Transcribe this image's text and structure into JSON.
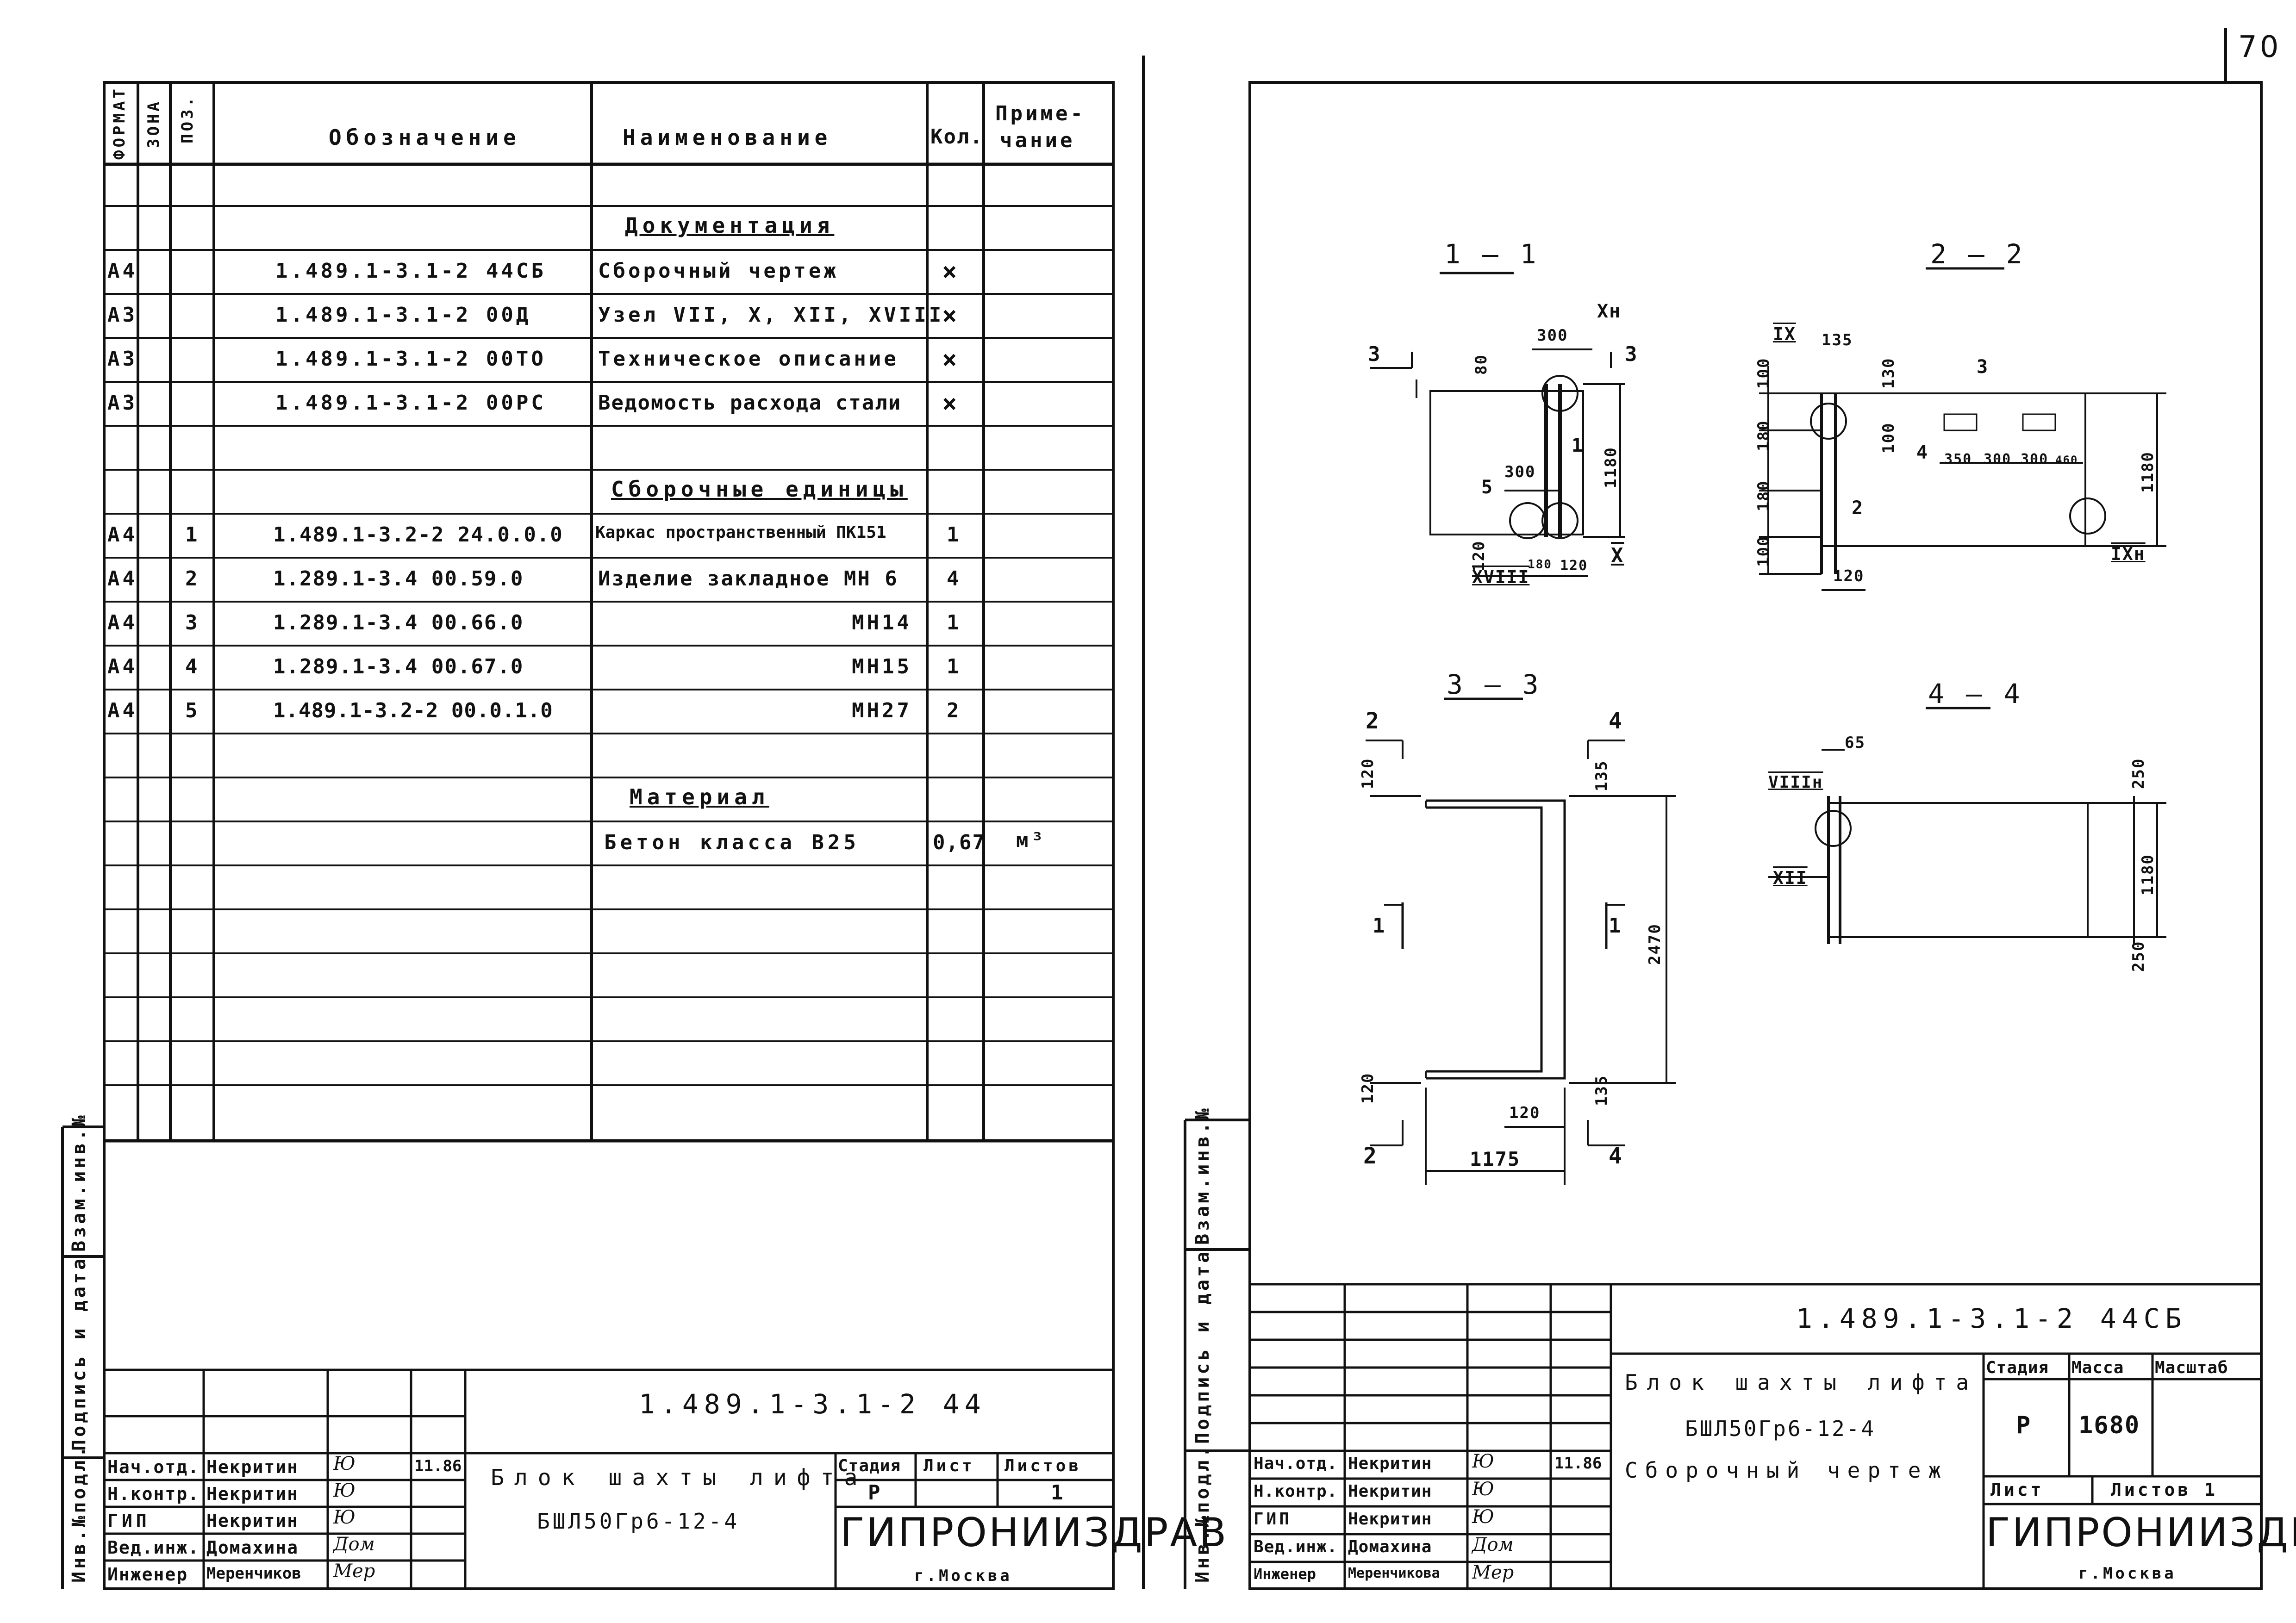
{
  "page_number": "70",
  "spec": {
    "headers": {
      "format": "ФОРМАТ",
      "zone": "ЗОНА",
      "pos": "ПОЗ.",
      "designation": "Обозначение",
      "name": "Наименование",
      "qty": "Кол.",
      "note_1": "Приме-",
      "note_2": "чание"
    },
    "sections": {
      "documentation": "Документация",
      "assemblies": "Сборочные единицы",
      "material": "Материал"
    },
    "doc_rows": [
      {
        "format": "А4",
        "designation": "1.489.1-3.1-2  44СБ",
        "name": "Сборочный чертеж",
        "qty": "×"
      },
      {
        "format": "А3",
        "designation": "1.489.1-3.1-2  00Д",
        "name": "Узел VII, X, XII, XVIII",
        "qty": "×"
      },
      {
        "format": "А3",
        "designation": "1.489.1-3.1-2  00ТО",
        "name": "Техническое описание",
        "qty": "×"
      },
      {
        "format": "А3",
        "designation": "1.489.1-3.1-2  00РС",
        "name": "Ведомость расхода стали",
        "qty": "×"
      }
    ],
    "asm_rows": [
      {
        "format": "А4",
        "pos": "1",
        "designation": "1.489.1-3.2-2 24.0.0.0",
        "name": "Каркас пространственный ПК151",
        "qty": "1"
      },
      {
        "format": "А4",
        "pos": "2",
        "designation": "1.289.1-3.4  00.59.0",
        "name": "Изделие закладное МН 6",
        "qty": "4"
      },
      {
        "format": "А4",
        "pos": "3",
        "designation": "1.289.1-3.4  00.66.0",
        "name": "МН14",
        "qty": "1"
      },
      {
        "format": "А4",
        "pos": "4",
        "designation": "1.289.1-3.4  00.67.0",
        "name": "МН15",
        "qty": "1"
      },
      {
        "format": "А4",
        "pos": "5",
        "designation": "1.489.1-3.2-2 00.0.1.0",
        "name": "МН27",
        "qty": "2"
      }
    ],
    "material_row": {
      "name": "Бетон класса В25",
      "qty": "0,67",
      "note": "м³"
    }
  },
  "left_margin": {
    "inv_podl": "Инв.№подл.",
    "podpis": "Подпись и дата",
    "vzam": "Взам.инв.№"
  },
  "stamp_left": {
    "code": "1.489.1-3.1-2  44",
    "title_1": "Блок шахты лифта",
    "title_2": "БШЛ50Гр6-12-4",
    "stage_h": "Стадия",
    "sheet_h": "Лист",
    "sheets_h": "Листов",
    "stage": "Р",
    "sheets": "1",
    "org": "ГИПРОНИИЗДРАВ",
    "city": "г.Москва",
    "staff": [
      {
        "role": "Нач.отд.",
        "name": "Некритин",
        "sign": "Ю",
        "date": "11.86"
      },
      {
        "role": "Н.контр.",
        "name": "Некритин",
        "sign": "Ю",
        "date": ""
      },
      {
        "role": "ГИП",
        "name": "Некритин",
        "sign": "Ю",
        "date": ""
      },
      {
        "role": "Вед.инж.",
        "name": "Домахина",
        "sign": "Дом",
        "date": ""
      },
      {
        "role": "Инженер",
        "name": "Меренчиков",
        "sign": "Мер",
        "date": ""
      }
    ]
  },
  "stamp_right": {
    "code": "1.489.1-3.1-2  44СБ",
    "title_1": "Блок шахты лифта",
    "title_2": "БШЛ50Гр6-12-4",
    "title_3": "Сборочный чертеж",
    "stage_h": "Стадия",
    "mass_h": "Масса",
    "scale_h": "Масштаб",
    "stage": "Р",
    "mass": "1680",
    "sheet_h": "Лист",
    "sheets_h": "Листов 1",
    "org": "ГИПРОНИИЗДРАВ",
    "city": "г.Москва",
    "staff": [
      {
        "role": "Нач.отд.",
        "name": "Некритин",
        "sign": "Ю",
        "date": "11.86"
      },
      {
        "role": "Н.контр.",
        "name": "Некритин",
        "sign": "Ю",
        "date": ""
      },
      {
        "role": "ГИП",
        "name": "Некритин",
        "sign": "Ю",
        "date": ""
      },
      {
        "role": "Вед.инж.",
        "name": "Домахина",
        "sign": "Дом",
        "date": ""
      },
      {
        "role": "Инженер",
        "name": "Меренчикова",
        "sign": "Мер",
        "date": ""
      }
    ]
  },
  "drawing": {
    "section_1": "1 — 1",
    "section_2": "2 — 2",
    "section_3": "3 — 3",
    "section_4": "4 — 4",
    "marks": {
      "s3": "3",
      "s1": "1",
      "s2": "2",
      "s4": "4",
      "node_x": "X",
      "node_xh": "Xн",
      "node_xviii": "XVIII",
      "node_ix": "IX",
      "node_ixh": "IXн",
      "node_viiih": "VIIIн",
      "node_xii": "XII",
      "p1": "1",
      "p2": "2",
      "p3": "3",
      "p4": "4",
      "p5": "5"
    },
    "dims": {
      "d300a": "300",
      "d80": "80",
      "d1180a": "1180",
      "d300b": "300",
      "d120a": "120",
      "d180": "180",
      "d120b": "120",
      "d135": "135",
      "d100a": "100",
      "d180b": "180",
      "d180c": "180",
      "d100b": "100",
      "d120c": "120",
      "d130": "130",
      "d100c": "100",
      "d350": "350",
      "d300c": "300",
      "d300d": "300",
      "d460": "460",
      "d1180b": "1180",
      "d120d": "120",
      "d135b": "135",
      "d2470": "2470",
      "d120e": "120",
      "d135c": "135",
      "d120f": "120",
      "d1175": "1175",
      "d65": "65",
      "d250a": "250",
      "d1180c": "1180",
      "d250b": "250"
    }
  }
}
